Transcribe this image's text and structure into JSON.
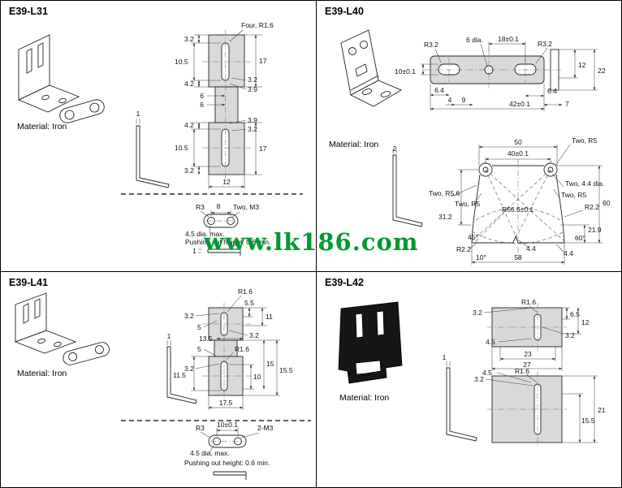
{
  "watermark": {
    "text": "www.lk186.com",
    "color": "#009933"
  },
  "panels": {
    "l31": {
      "title": "E39-L31",
      "material": "Material: Iron",
      "labels": {
        "four_r16": "Four, R1.6",
        "d32": "3.2",
        "d105": "10.5",
        "d42": "4.2",
        "d17": "17",
        "d39": "3.9",
        "d6": "6",
        "d12": "12",
        "t1": "1",
        "r3": "R3",
        "d8": "8",
        "two_m3": "Two, M3",
        "dia_max": "4.5 dia. max.",
        "push_height": "Pushing out height: 0.6 min."
      }
    },
    "l40": {
      "title": "E39-L40",
      "material": "Material: Iron",
      "labels": {
        "r32": "R3.2",
        "dia6": "6 dia.",
        "d18": "18±0.1",
        "d10": "10±0.1",
        "d64": "6.4",
        "d4": "4",
        "d9": "9",
        "d42t": "42±0.1",
        "d7": "7",
        "d12": "12",
        "d22": "22",
        "t2": "2",
        "d50": "50",
        "d40t": "40±0.1",
        "two_r5": "Two, R5",
        "two_r56": "Two, R5.6",
        "two_44dia": "Two, 4.4 dia.",
        "r566": "R56.6±0.1",
        "r22": "R2.2",
        "d312": "31.2",
        "d60": "60",
        "d219": "21.9",
        "a45": "45°",
        "a60": "60°",
        "a10": "10°",
        "d44": "4.4",
        "d58": "58"
      }
    },
    "l41": {
      "title": "E39-L41",
      "material": "Material: Iron",
      "labels": {
        "r16": "R1.6",
        "d32": "3.2",
        "d5": "5",
        "d135": "13.5",
        "d115": "11.5",
        "d15": "15",
        "d10": "10",
        "d155": "15.5",
        "d175": "17.5",
        "d55": "5.5",
        "d11": "11",
        "t1": "1",
        "r3": "R3",
        "d10t": "10±0.1",
        "m3": "2-M3",
        "dia_max": "4.5 dia. max.",
        "push_height": "Pushing out height: 0.6 min."
      }
    },
    "l42": {
      "title": "E39-L42",
      "material": "Material: Iron",
      "labels": {
        "d32": "3.2",
        "r16": "R1.6",
        "d65": "6.5",
        "d12": "12",
        "d45": "4.5",
        "d23": "23",
        "d27": "27",
        "d21": "21",
        "d155": "15.5",
        "t1": "1"
      }
    }
  }
}
